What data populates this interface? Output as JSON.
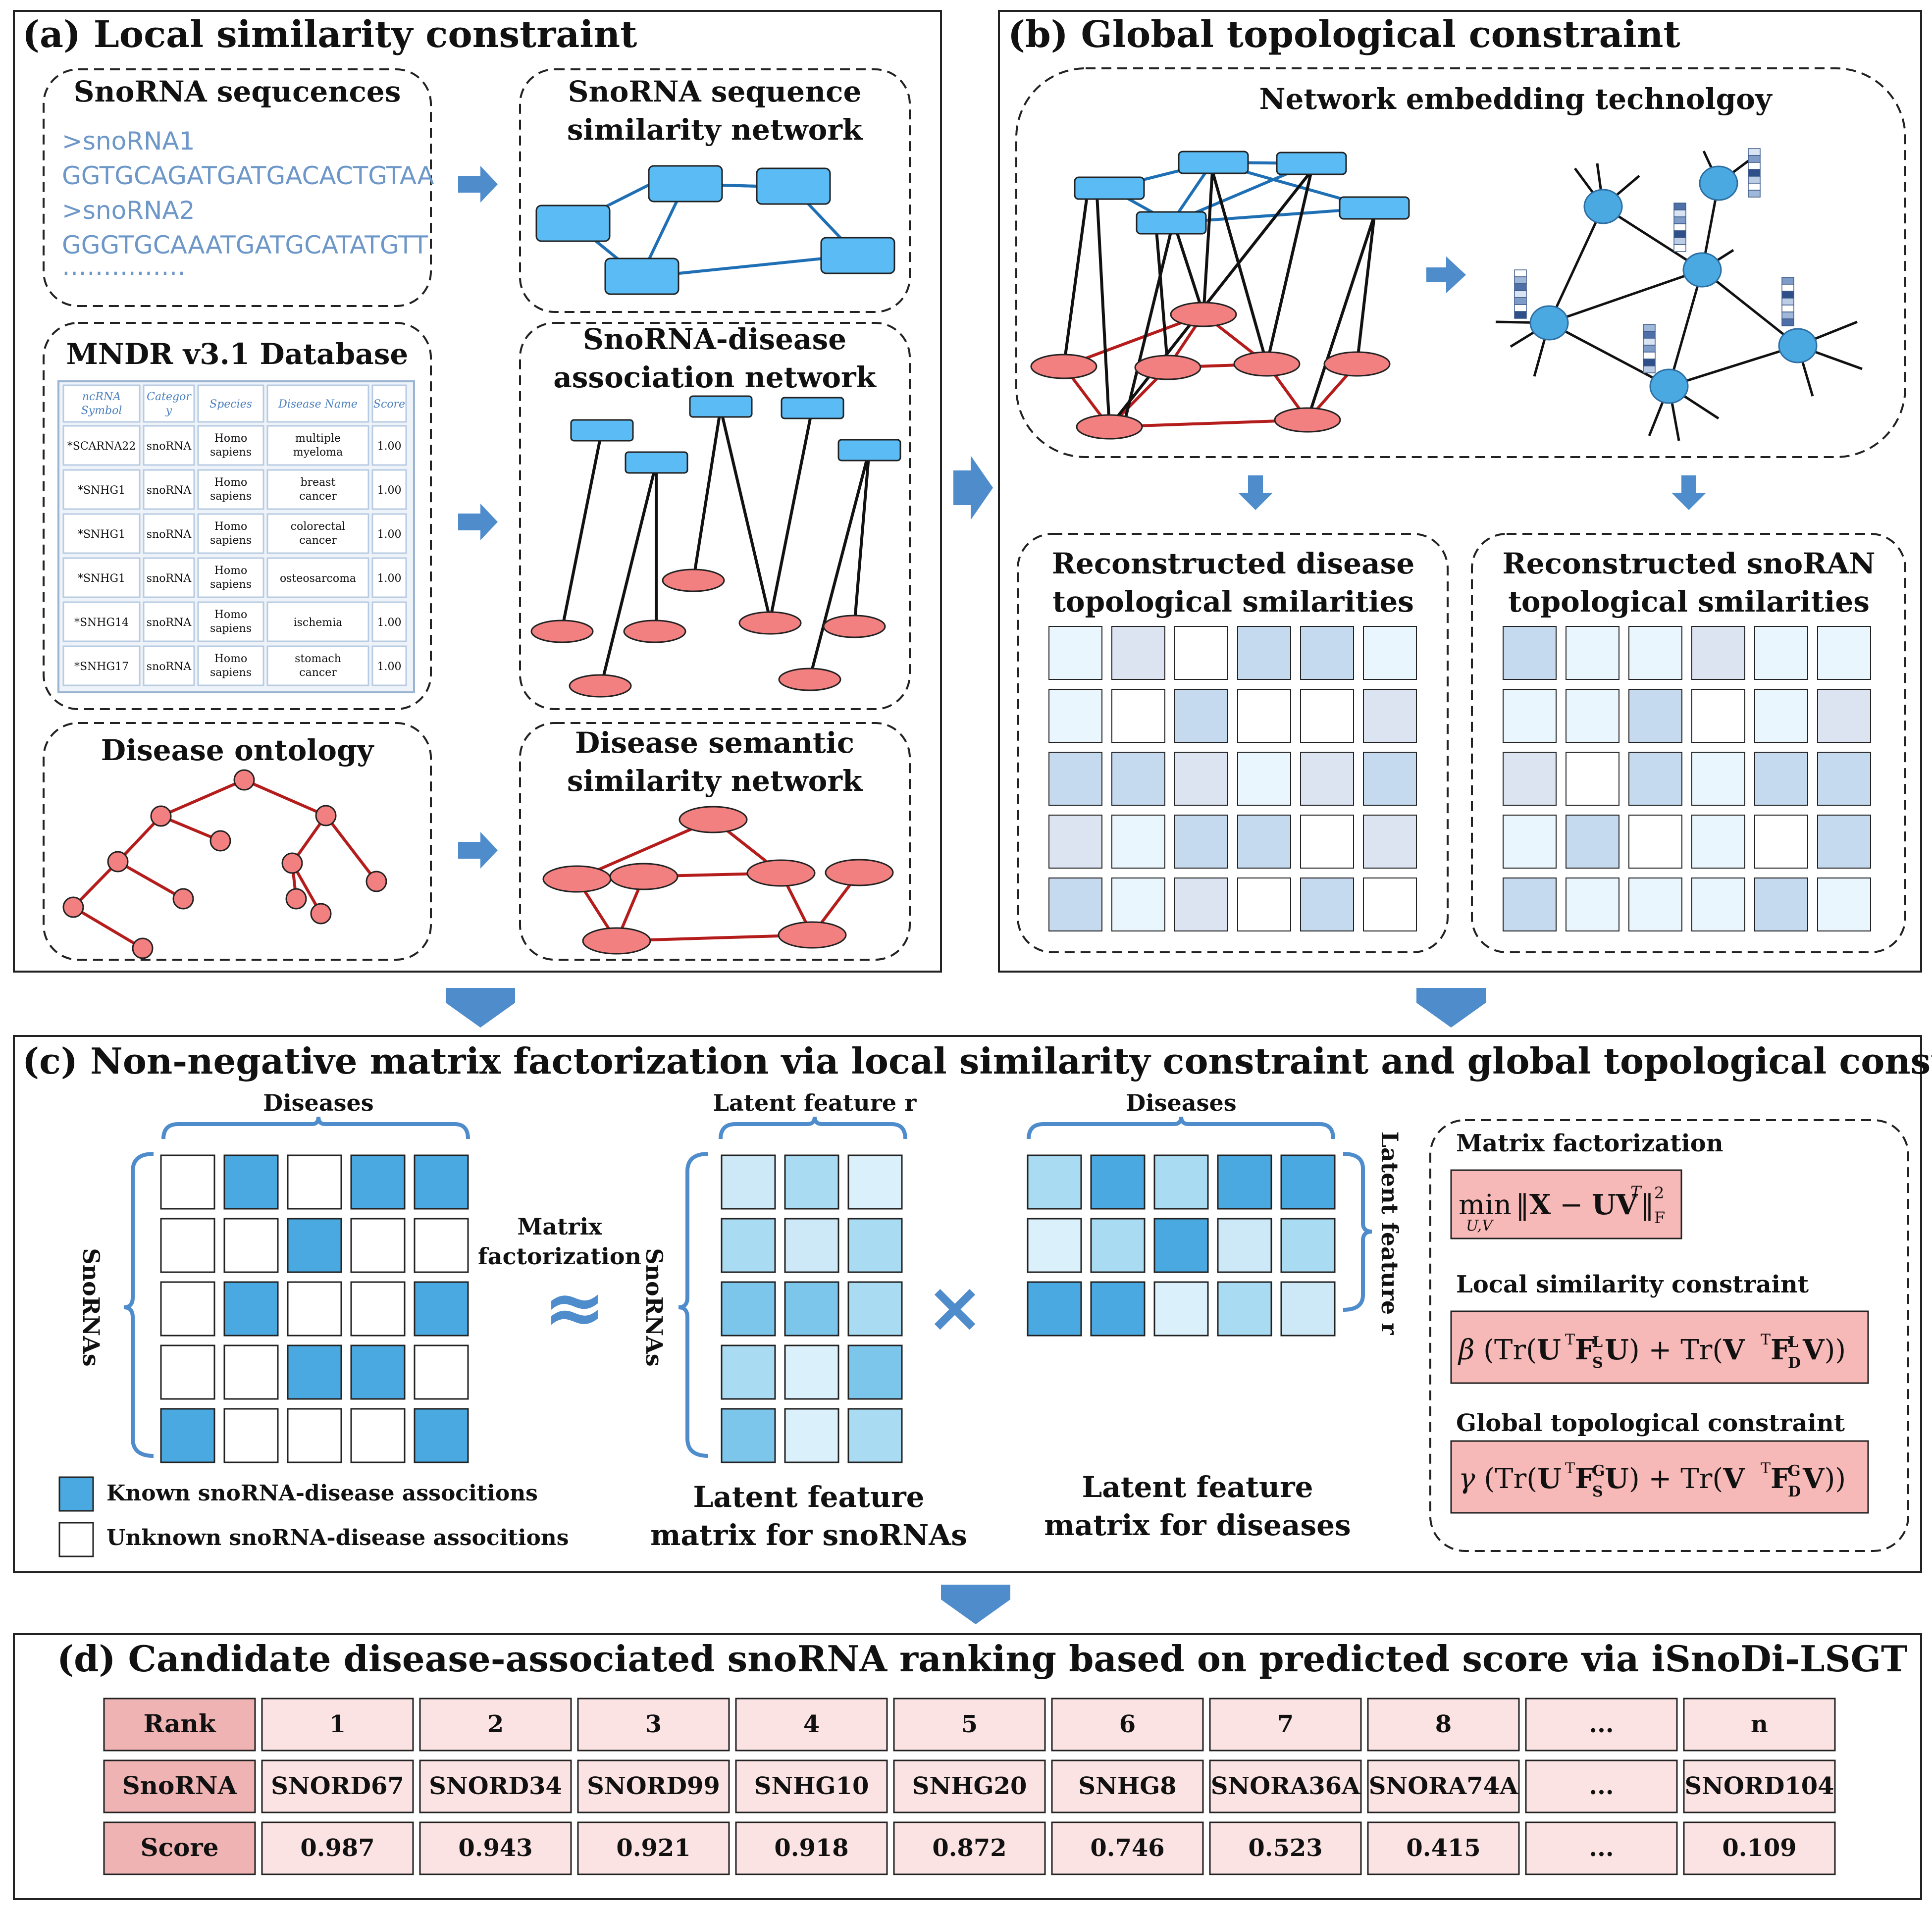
{
  "colors": {
    "blue_node": "#5bbcf5",
    "blue_edge": "#1f6fb5",
    "red_node": "#f28080",
    "red_edge": "#b51c1c",
    "arrow": "#4f8ccc",
    "rank_header": "#efb3b3",
    "rank_cell": "#fbe3e3",
    "formula_bg": "#f7b8b8",
    "known": "#4aa9e0"
  },
  "panel_a": {
    "title": "(a) Local similarity constraint",
    "seq_box": {
      "title": "SnoRNA sequcences",
      "lines": [
        ">snoRNA1",
        "GGTGCAGATGATGACACTGTAA",
        ">snoRNA2",
        "GGGTGCAAATGATGCATATGTT"
      ],
      "ellipsis": "……………"
    },
    "seq_net": {
      "title1": "SnoRNA sequence",
      "title2": "similarity network"
    },
    "mndr": {
      "title": "MNDR v3.1 Database",
      "headers": [
        "ncRNA Symbol",
        "Category",
        "Species",
        "Disease Name",
        "Score"
      ],
      "rows": [
        [
          "*SCARNA22",
          "snoRNA",
          "Homo sapiens",
          "multiple myeloma",
          "1.00"
        ],
        [
          "*SNHG1",
          "snoRNA",
          "Homo sapiens",
          "breast cancer",
          "1.00"
        ],
        [
          "*SNHG1",
          "snoRNA",
          "Homo sapiens",
          "colorectal cancer",
          "1.00"
        ],
        [
          "*SNHG1",
          "snoRNA",
          "Homo sapiens",
          "osteosarcoma",
          "1.00"
        ],
        [
          "*SNHG14",
          "snoRNA",
          "Homo sapiens",
          "ischemia",
          "1.00"
        ],
        [
          "*SNHG17",
          "snoRNA",
          "Homo sapiens",
          "stomach cancer",
          "1.00"
        ]
      ]
    },
    "assoc_net": {
      "title1": "SnoRNA-disease",
      "title2": "association network"
    },
    "ontology": {
      "title": "Disease ontology"
    },
    "semantic_net": {
      "title1": "Disease semantic",
      "title2": "similarity network"
    }
  },
  "panel_b": {
    "title": "(b) Global topological constraint",
    "embed_title": "Network embedding technolgoy",
    "recon_disease": {
      "title1": "Reconstructed disease",
      "title2": "topological smilarities"
    },
    "recon_snorna": {
      "title1": "Reconstructed snoRAN",
      "title2": "topological smilarities"
    }
  },
  "panel_c": {
    "title": "(c) Non-negative matrix factorization via local similarity constraint and global topological constraint",
    "diseases_label": "Diseases",
    "snornas_label": "SnoRNAs",
    "latent_feature_r": "Latent feature r",
    "mf_label1": "Matrix",
    "mf_label2": "factorization",
    "approx_symbol": "≈",
    "times_symbol": "×",
    "legend_known": "Known snoRNA-disease associtions",
    "legend_unknown": "Unknown snoRNA-disease associtions",
    "snorna_matrix_caption1": "Latent feature",
    "snorna_matrix_caption2": "matrix for snoRNAs",
    "disease_matrix_caption1": "Latent feature",
    "disease_matrix_caption2": "matrix for diseases",
    "formulas": {
      "mf_title": "Matrix factorization",
      "local_title": "Local similarity constraint",
      "global_title": "Global topological constraint"
    }
  },
  "panel_d": {
    "title": "(d) Candidate disease-associated snoRNA ranking based on predicted score via iSnoDi-LSGT",
    "row_labels": [
      "Rank",
      "SnoRNA",
      "Score"
    ],
    "ranks": [
      "1",
      "2",
      "3",
      "4",
      "5",
      "6",
      "7",
      "8",
      "...",
      "n"
    ],
    "snornas": [
      "SNORD67",
      "SNORD34",
      "SNORD99",
      "SNHG10",
      "SNHG20",
      "SNHG8",
      "SNORA36A",
      "SNORA74A",
      "...",
      "SNORD104"
    ],
    "scores": [
      "0.987",
      "0.943",
      "0.921",
      "0.918",
      "0.872",
      "0.746",
      "0.523",
      "0.415",
      "...",
      "0.109"
    ]
  }
}
